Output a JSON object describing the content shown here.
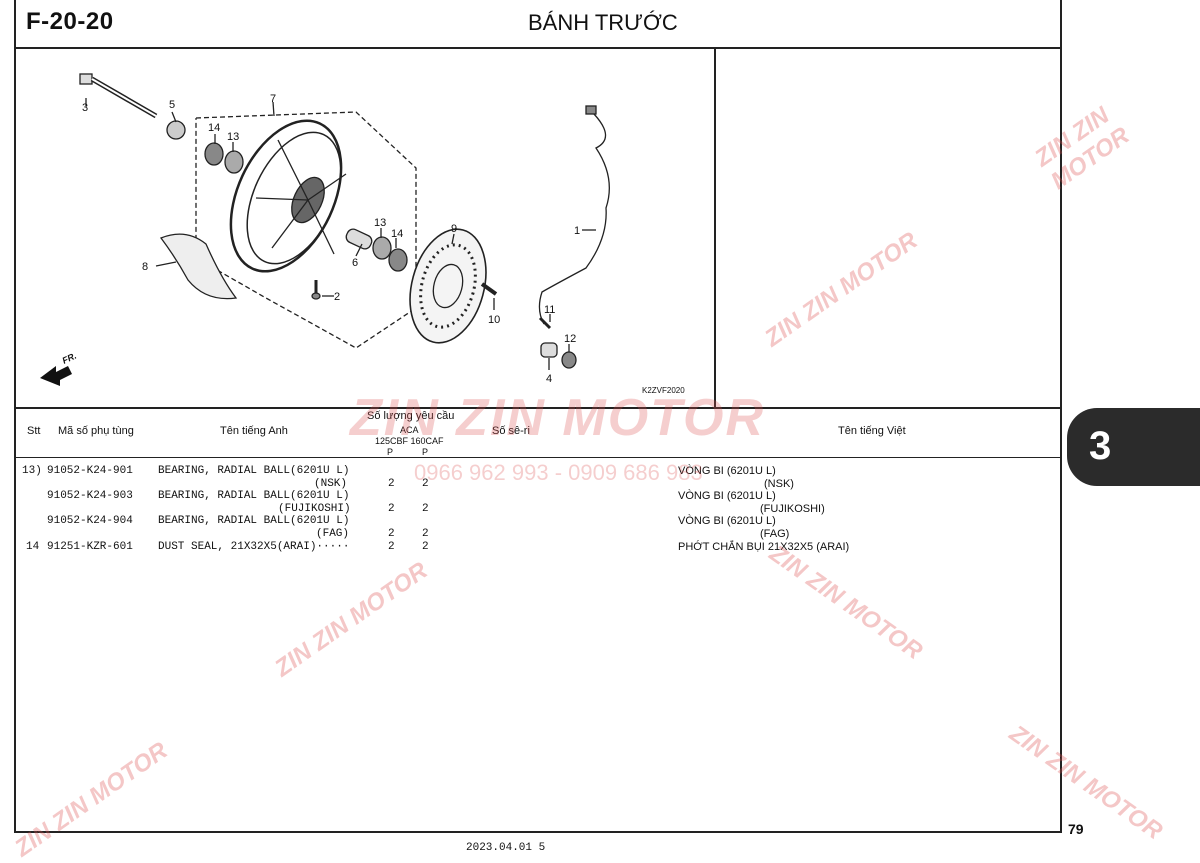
{
  "header": {
    "code": "F-20-20",
    "title": "BÁNH TRƯỚC"
  },
  "diagram": {
    "callouts": [
      "1",
      "2",
      "3",
      "4",
      "5",
      "6",
      "7",
      "8",
      "9",
      "10",
      "11",
      "12",
      "13",
      "13",
      "14",
      "14"
    ],
    "direction_label": "FR.",
    "diagram_code": "K2ZVF2020"
  },
  "table": {
    "headers": {
      "stt": "Stt",
      "part_no": "Mã số phụ tùng",
      "name_en": "Tên tiếng Anh",
      "qty": "Số lượng yêu cầu",
      "qty_sub": "ACA",
      "qty_models": "125CBF 160CAF",
      "qty_p1": "P",
      "qty_p2": "P",
      "serial": "Số sê-ri",
      "name_vn": "Tên tiếng Việt"
    },
    "rows": [
      {
        "stt": "13)",
        "part_no": "91052-K24-901",
        "en1": "BEARING, RADIAL BALL(6201U L)",
        "en2": "(NSK)",
        "q1": "2",
        "q2": "2",
        "vn1": "VÒNG BI (6201U L)",
        "vn2": "(NSK)"
      },
      {
        "stt": "",
        "part_no": "91052-K24-903",
        "en1": "BEARING, RADIAL BALL(6201U L)",
        "en2": "(FUJIKOSHI)",
        "q1": "2",
        "q2": "2",
        "vn1": "VÒNG BI (6201U L)",
        "vn2": "(FUJIKOSHI)"
      },
      {
        "stt": "",
        "part_no": "91052-K24-904",
        "en1": "BEARING, RADIAL BALL(6201U L)",
        "en2": "(FAG)",
        "q1": "2",
        "q2": "2",
        "vn1": "VÒNG BI (6201U L)",
        "vn2": "(FAG)"
      },
      {
        "stt": "14",
        "part_no": "91251-KZR-601",
        "en1": "DUST SEAL, 21X32X5(ARAI)·····",
        "en2": "",
        "q1": "2",
        "q2": "2",
        "vn1": "PHỚT CHẮN BỤI 21X32X5 (ARAI)",
        "vn2": ""
      }
    ]
  },
  "side_tab": {
    "label": "3"
  },
  "page_number": "79",
  "footer": "2023.04.01        5",
  "watermark": {
    "brand": "ZIN ZIN MOTOR",
    "phone": "0966 962 993 - 0909 686 983"
  }
}
